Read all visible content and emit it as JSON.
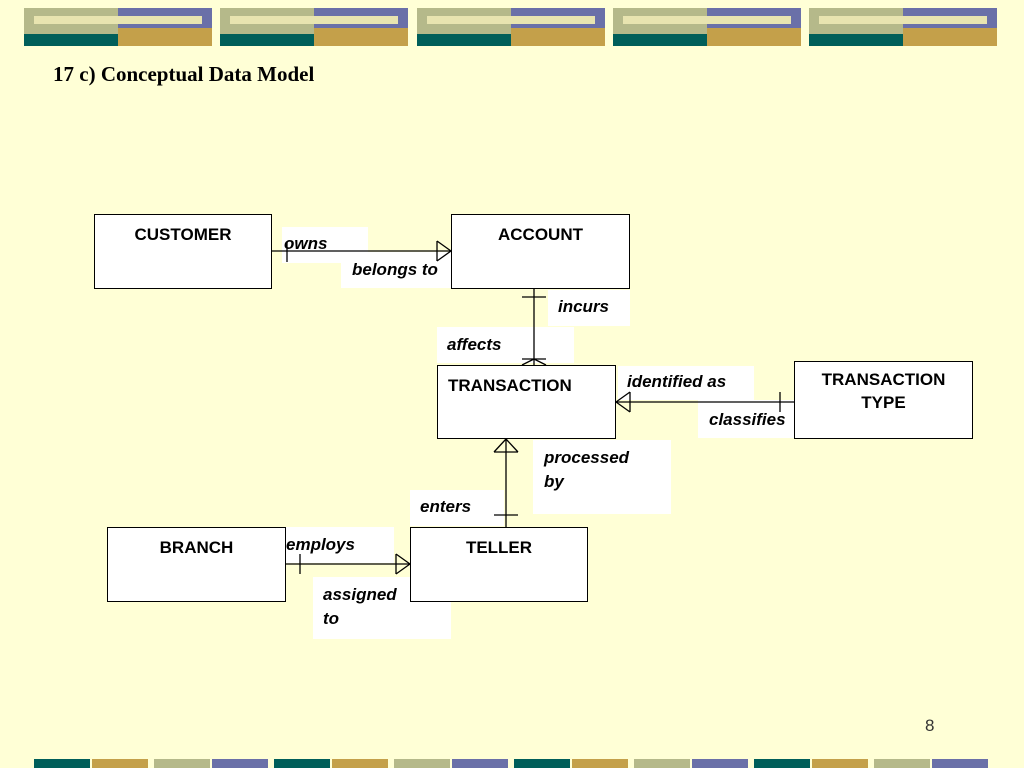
{
  "title": "17 c) Conceptual Data Model",
  "page_number": "8",
  "theme": {
    "background": "#ffffd6",
    "banner_colors": [
      "#005f5a",
      "#6a70a8",
      "#c4a04a",
      "#b5b98a"
    ]
  },
  "entities": {
    "customer": "CUSTOMER",
    "account": "ACCOUNT",
    "transaction": "TRANSACTION",
    "transaction_type": "TRANSACTION\nTYPE",
    "branch": "BRANCH",
    "teller": "TELLER"
  },
  "relationships": {
    "owns": "owns",
    "belongs_to": "belongs to",
    "incurs": "incurs",
    "affects": "affects",
    "identified_as": "identified as",
    "classifies": "classifies",
    "processed_by": "processed\nby",
    "enters": "enters",
    "employs": "employs",
    "assigned_to": "assigned\n to"
  }
}
